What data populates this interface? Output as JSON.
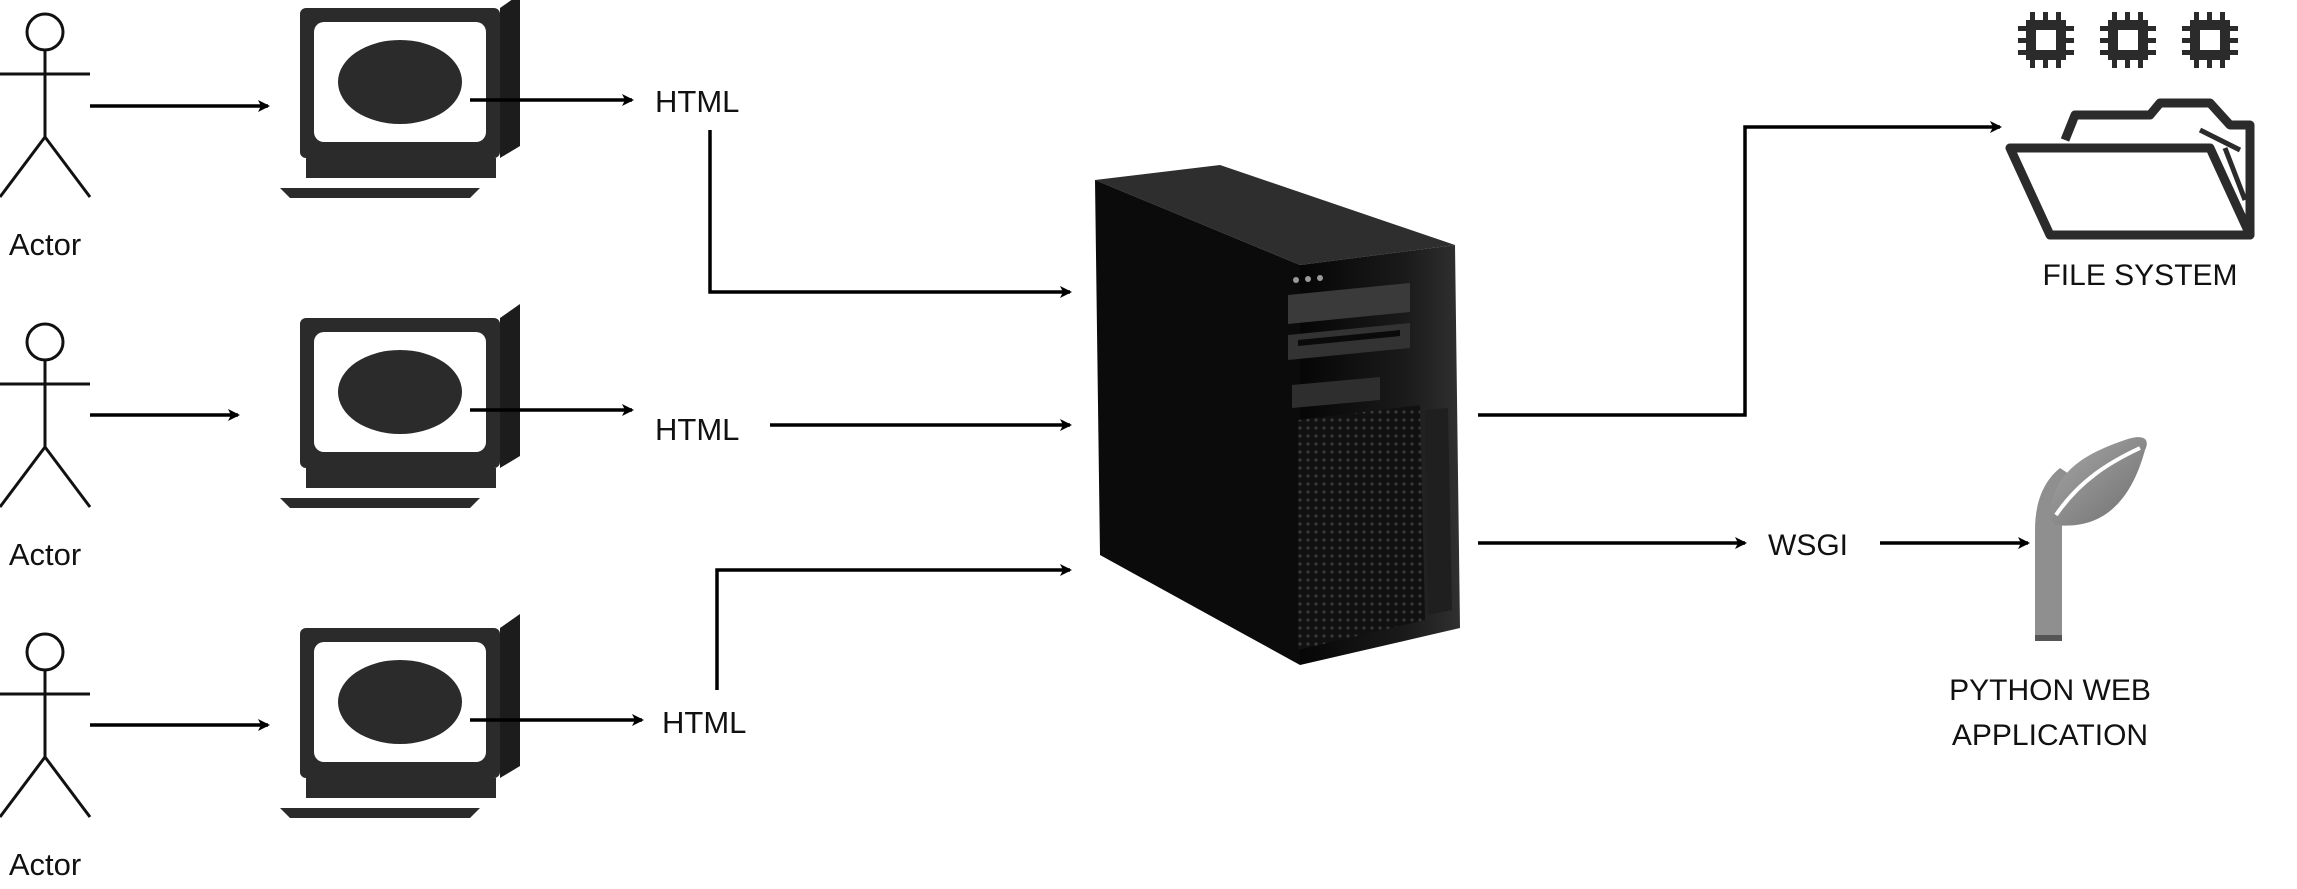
{
  "actors": [
    {
      "label": "Actor"
    },
    {
      "label": "Actor"
    },
    {
      "label": "Actor"
    }
  ],
  "client_links": [
    {
      "label": "HTML"
    },
    {
      "label": "HTML"
    },
    {
      "label": "HTML"
    }
  ],
  "server": {
    "icon": "tower-server-icon"
  },
  "file_system": {
    "label": "FILE SYSTEM",
    "icon": "folder-with-chips-icon"
  },
  "wsgi": {
    "label": "WSGI"
  },
  "python_app": {
    "label_line1": "PYTHON WEB",
    "label_line2": "APPLICATION",
    "icon": "leaf-icon"
  },
  "colors": {
    "ink": "#000000",
    "monitor": "#2b2b2b",
    "server_body": "#151515",
    "leaf": "#8f8f8f"
  }
}
